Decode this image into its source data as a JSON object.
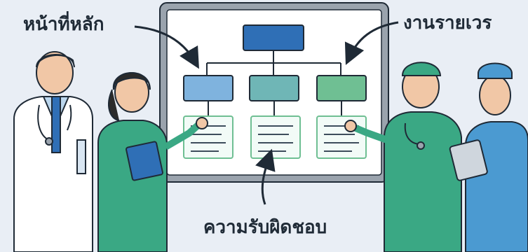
{
  "labels": {
    "main_duties": "หน้าที่หลัก",
    "shift_schedule": "งานรายเวร",
    "responsibilities": "ความรับผิดชอบ"
  },
  "colors": {
    "background": "#e9eef5",
    "board_frame": "#9aa3ad",
    "board_fill": "#ffffff",
    "top_box": "#2f6fb6",
    "box_blue": "#7fb3de",
    "box_teal": "#6fb6b6",
    "box_green": "#6fbf93",
    "scrubs_green": "#3aa884",
    "scrubs_blue": "#4b9ad1",
    "outline": "#1f2a36"
  },
  "icons": [
    "arrow-icon",
    "org-chart-icon",
    "doctor-figure",
    "nurse-figure",
    "surgeon-figure"
  ]
}
